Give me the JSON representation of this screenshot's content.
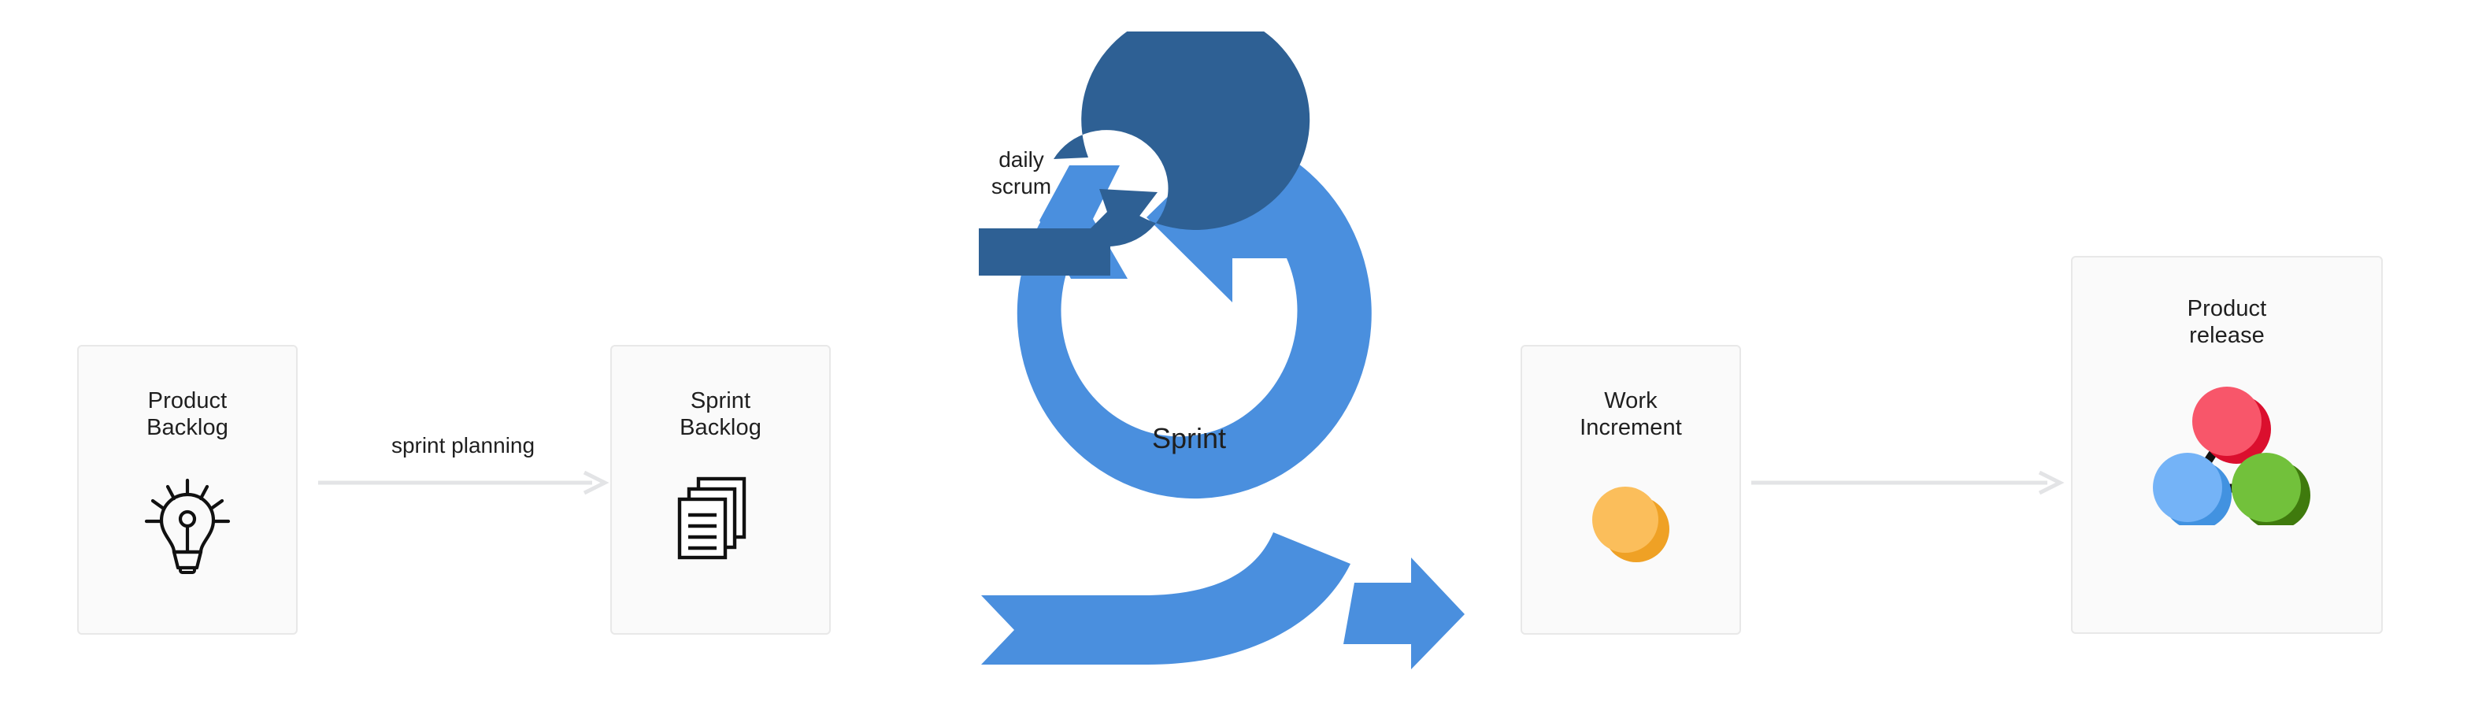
{
  "diagram": {
    "title": "Scrum framework process flow",
    "background": "#ffffff"
  },
  "colors": {
    "card_bg": "#FAFAFA",
    "card_border": "#E8E8E8",
    "text": "#1f1f1f",
    "connector_gray": "#E3E4E6",
    "sprint_blue": "#4A8FDE",
    "daily_scrum_blue": "#2E6094",
    "increment_orange_front": "#FBBE5B",
    "increment_orange_back": "#EFA125",
    "release_red_front": "#F8566A",
    "release_red_back": "#DB0F2E",
    "release_blue_front": "#74B3F7",
    "release_blue_back": "#4292E0",
    "release_green_front": "#72C13B",
    "release_green_back": "#3F7A0D",
    "node_link_black": "#111111",
    "icon_stroke": "#111111"
  },
  "cards": [
    {
      "id": "product-backlog",
      "label": "Product\nBacklog",
      "icon": "lightbulb-icon"
    },
    {
      "id": "sprint-backlog",
      "label": "Sprint\nBacklog",
      "icon": "stacked-documents-icon"
    },
    {
      "id": "work-increment",
      "label": "Work\nIncrement",
      "icon": "overlapping-circles-icon"
    },
    {
      "id": "product-release",
      "label": "Product\nrelease",
      "icon": "network-triangle-icon"
    }
  ],
  "connectors": [
    {
      "id": "sprint-planning",
      "label": "sprint planning",
      "from": "product-backlog",
      "to": "sprint-backlog",
      "style": "thin-gray-arrow"
    },
    {
      "id": "increment-to-release",
      "label": "",
      "from": "work-increment",
      "to": "product-release",
      "style": "thin-gray-arrow"
    }
  ],
  "cycle": {
    "sprint_label": "Sprint",
    "daily_scrum_label": "daily\nscrum",
    "sprint_direction": "counter-clockwise",
    "daily_scrum_direction": "clockwise",
    "outflow_arrow": "right-pointing-banner-arrow"
  }
}
